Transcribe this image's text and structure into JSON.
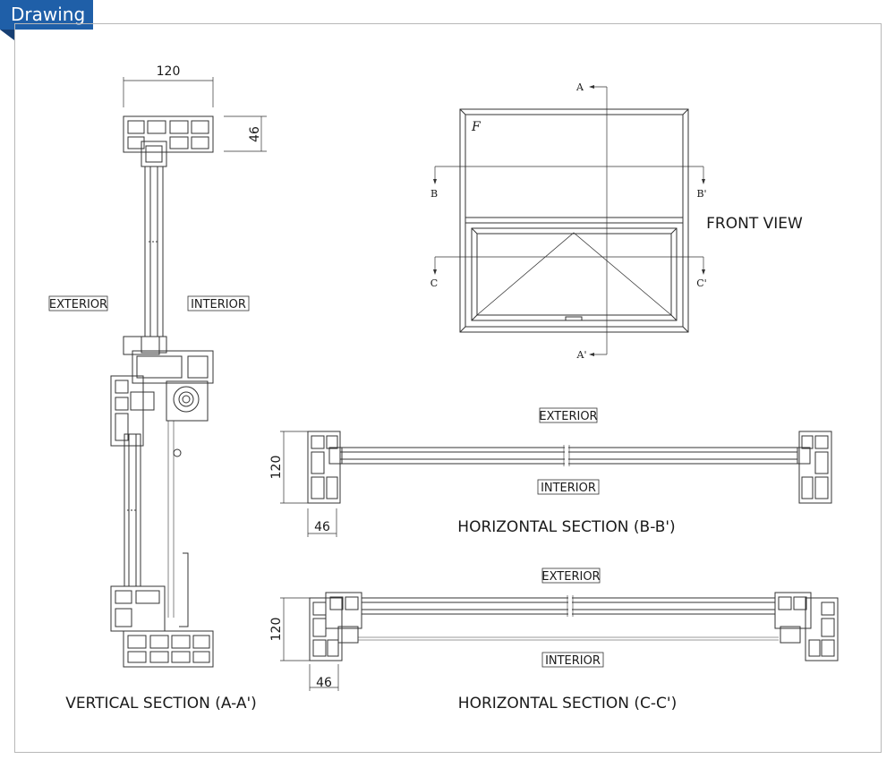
{
  "header": {
    "tab_label": "Drawing"
  },
  "vertical_section": {
    "dim_width": "120",
    "dim_height": "46",
    "exterior_label": "EXTERIOR",
    "interior_label": "INTERIOR",
    "caption": "VERTICAL SECTION (A-A')"
  },
  "front_view": {
    "caption": "FRONT VIEW",
    "marker_f": "F",
    "marker_a": "A",
    "marker_a_prime": "A'",
    "marker_b": "B",
    "marker_b_prime": "B'",
    "marker_c": "C",
    "marker_c_prime": "C'"
  },
  "horizontal_section_b": {
    "exterior_label": "EXTERIOR",
    "interior_label": "INTERIOR",
    "dim_height": "120",
    "dim_width": "46",
    "caption": "HORIZONTAL SECTION (B-B')"
  },
  "horizontal_section_c": {
    "exterior_label": "EXTERIOR",
    "interior_label": "INTERIOR",
    "dim_height": "120",
    "dim_width": "46",
    "caption": "HORIZONTAL SECTION (C-C')"
  }
}
